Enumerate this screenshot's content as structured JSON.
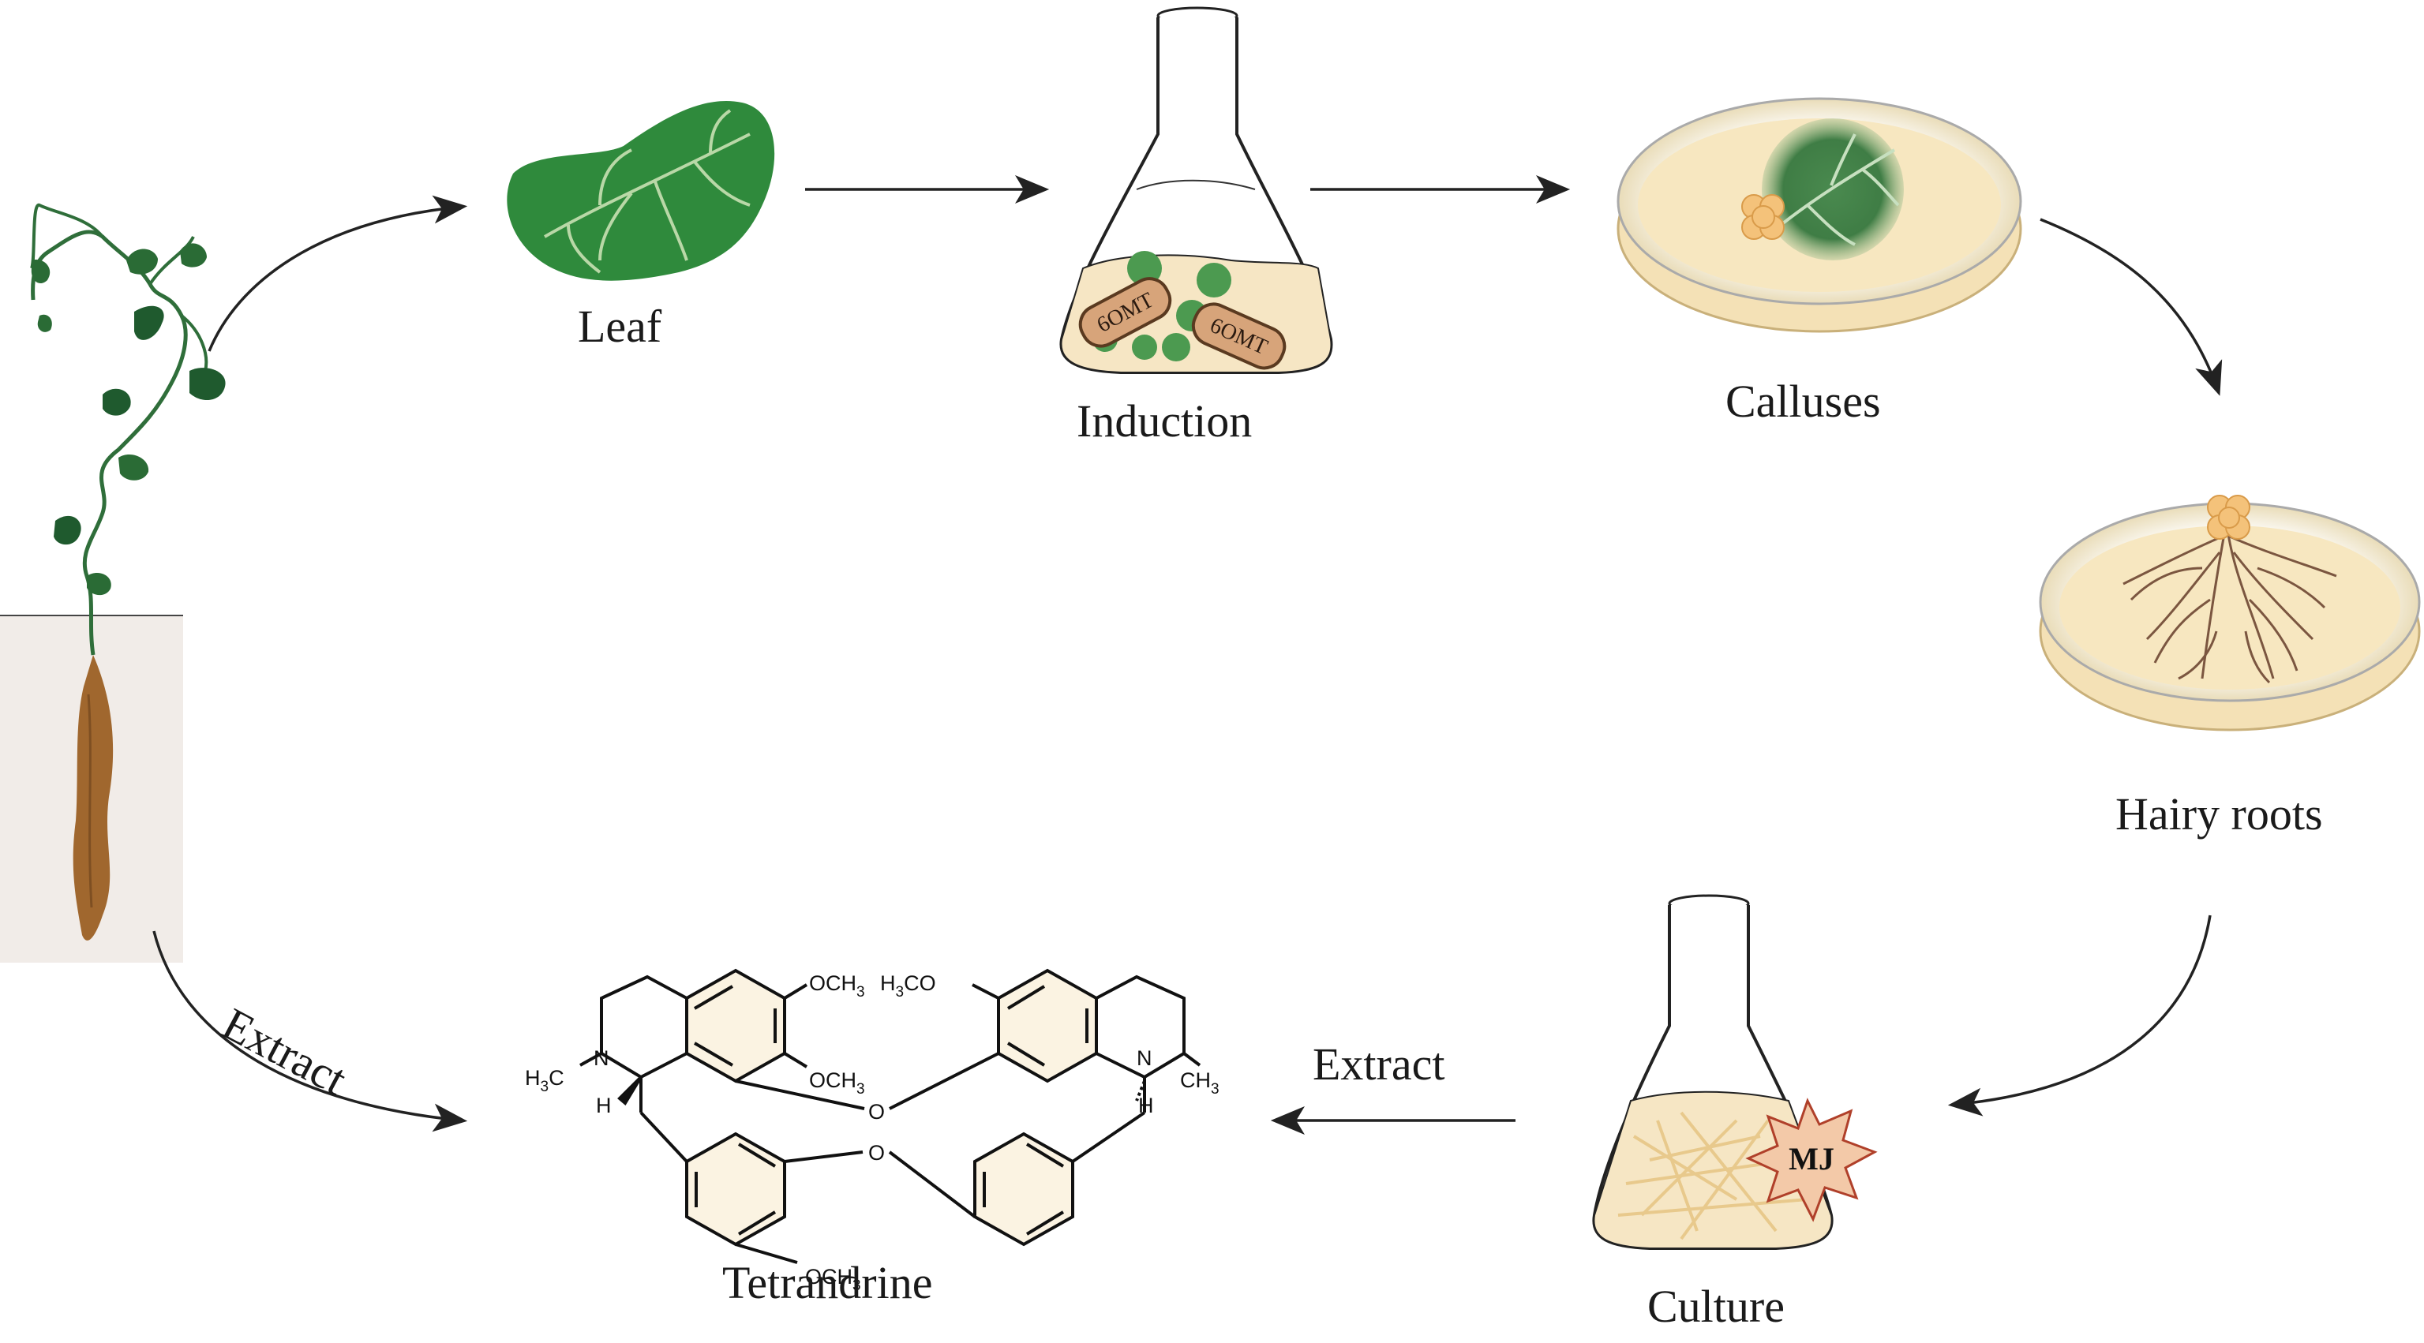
{
  "stages": {
    "leaf": "Leaf",
    "induction": "Induction",
    "calluses": "Calluses",
    "hairy_roots": "Hairy roots",
    "culture": "Culture",
    "tetrandrine": "Tetrandrine"
  },
  "arrows": {
    "extract_left": "Extract",
    "extract_bottom": "Extract"
  },
  "flask_tags": [
    "6OMT",
    "6OMT"
  ],
  "elicitor": "MJ",
  "structure_labels": {
    "och3_top_left": "OCH",
    "h3co_top": "H",
    "h3co_rest": "CO",
    "och3_mid": "OCH",
    "och3_bottom": "OCH",
    "n_left": "N",
    "h3c_left": "H",
    "h3c_left_rest": "C",
    "h_left": "H",
    "n_right": "N",
    "ch3_right": "CH",
    "h_right": "H",
    "o_bridge_top": "O",
    "o_bridge_bottom": "O",
    "sub3": "3"
  },
  "colors": {
    "leaf_green": "#2f8a3c",
    "root_brown": "#a0672e",
    "medium_beige": "#f6e6c4",
    "callus_orange": "#f4c27a",
    "mj_star": "#f3c9a8"
  }
}
